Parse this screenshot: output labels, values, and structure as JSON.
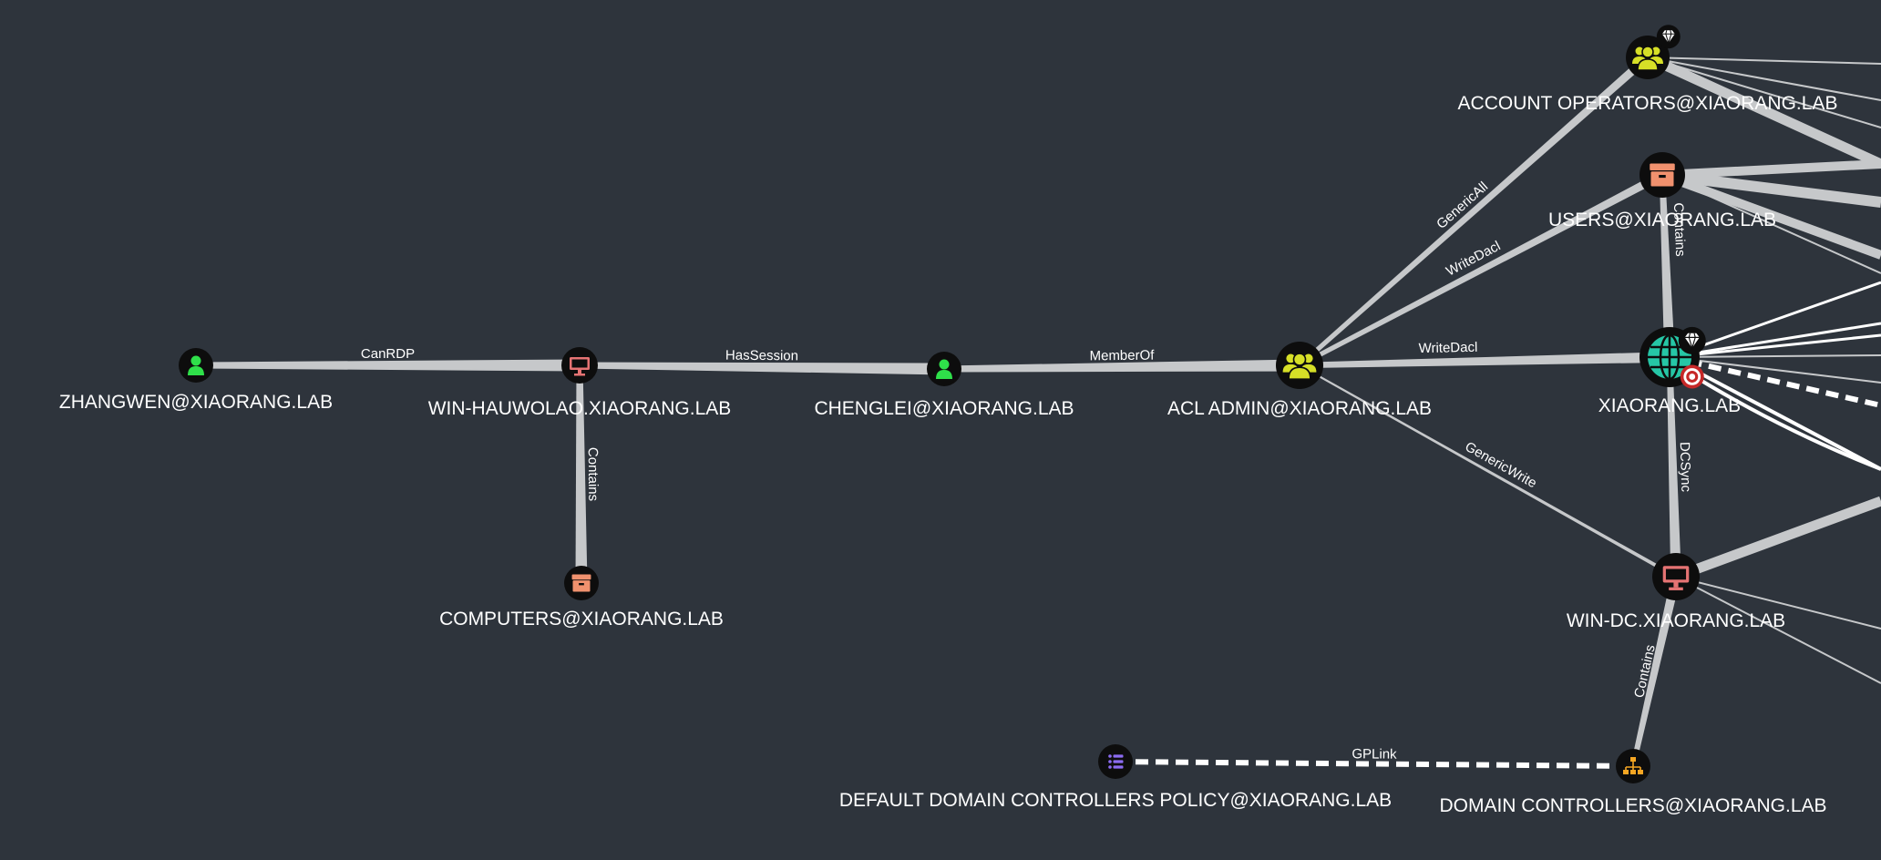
{
  "colors": {
    "background": "#2e343c",
    "edge": "#c6c8ca",
    "edge_highlight": "#ffffff",
    "node_disc": "#0d0d0d",
    "user": "#2fe04a",
    "group": "#d6df27",
    "computer": "#e57373",
    "container": "#f0916e",
    "domain": "#26c6a6",
    "gpo": "#8c6cf2",
    "ou": "#f5a623"
  },
  "nodes": {
    "zhangwen": {
      "label": "ZHANGWEN@XIAORANG.LAB",
      "icon": "user-icon"
    },
    "win_hauwolao": {
      "label": "WIN-HAUWOLAO.XIAORANG.LAB",
      "icon": "computer-icon"
    },
    "computers": {
      "label": "COMPUTERS@XIAORANG.LAB",
      "icon": "container-icon"
    },
    "chenglei": {
      "label": "CHENGLEI@XIAORANG.LAB",
      "icon": "user-icon"
    },
    "acl_admin": {
      "label": "ACL ADMIN@XIAORANG.LAB",
      "icon": "group-icon"
    },
    "account_operators": {
      "label": "ACCOUNT OPERATORS@XIAORANG.LAB",
      "icon": "group-icon",
      "badge": "highvalue-diamond-icon"
    },
    "users": {
      "label": "USERS@XIAORANG.LAB",
      "icon": "container-icon"
    },
    "xiaorang": {
      "label": "XIAORANG.LAB",
      "icon": "domain-globe-icon",
      "badges": [
        "highvalue-diamond-icon",
        "target-icon"
      ]
    },
    "win_dc": {
      "label": "WIN-DC.XIAORANG.LAB",
      "icon": "computer-icon"
    },
    "gpo": {
      "label": "DEFAULT DOMAIN CONTROLLERS POLICY@XIAORANG.LAB",
      "icon": "gpo-list-icon"
    },
    "domain_controllers": {
      "label": "DOMAIN CONTROLLERS@XIAORANG.LAB",
      "icon": "ou-tree-icon"
    }
  },
  "edges": [
    {
      "from": "zhangwen",
      "to": "win_hauwolao",
      "label": "CanRDP"
    },
    {
      "from": "win_hauwolao",
      "to": "chenglei",
      "label": "HasSession"
    },
    {
      "from": "win_hauwolao",
      "to": "computers",
      "label": "Contains"
    },
    {
      "from": "chenglei",
      "to": "acl_admin",
      "label": "MemberOf"
    },
    {
      "from": "acl_admin",
      "to": "account_operators",
      "label": "GenericAll"
    },
    {
      "from": "acl_admin",
      "to": "users",
      "label": "WriteDacl"
    },
    {
      "from": "acl_admin",
      "to": "xiaorang",
      "label": "WriteDacl"
    },
    {
      "from": "acl_admin",
      "to": "win_dc",
      "label": "GenericWrite"
    },
    {
      "from": "users",
      "to": "xiaorang",
      "label": "Contains"
    },
    {
      "from": "xiaorang",
      "to": "win_dc",
      "label": "DCSync"
    },
    {
      "from": "domain_controllers",
      "to": "win_dc",
      "label": "Contains"
    },
    {
      "from": "gpo",
      "to": "domain_controllers",
      "label": "GPLink",
      "style": "dashed"
    }
  ]
}
